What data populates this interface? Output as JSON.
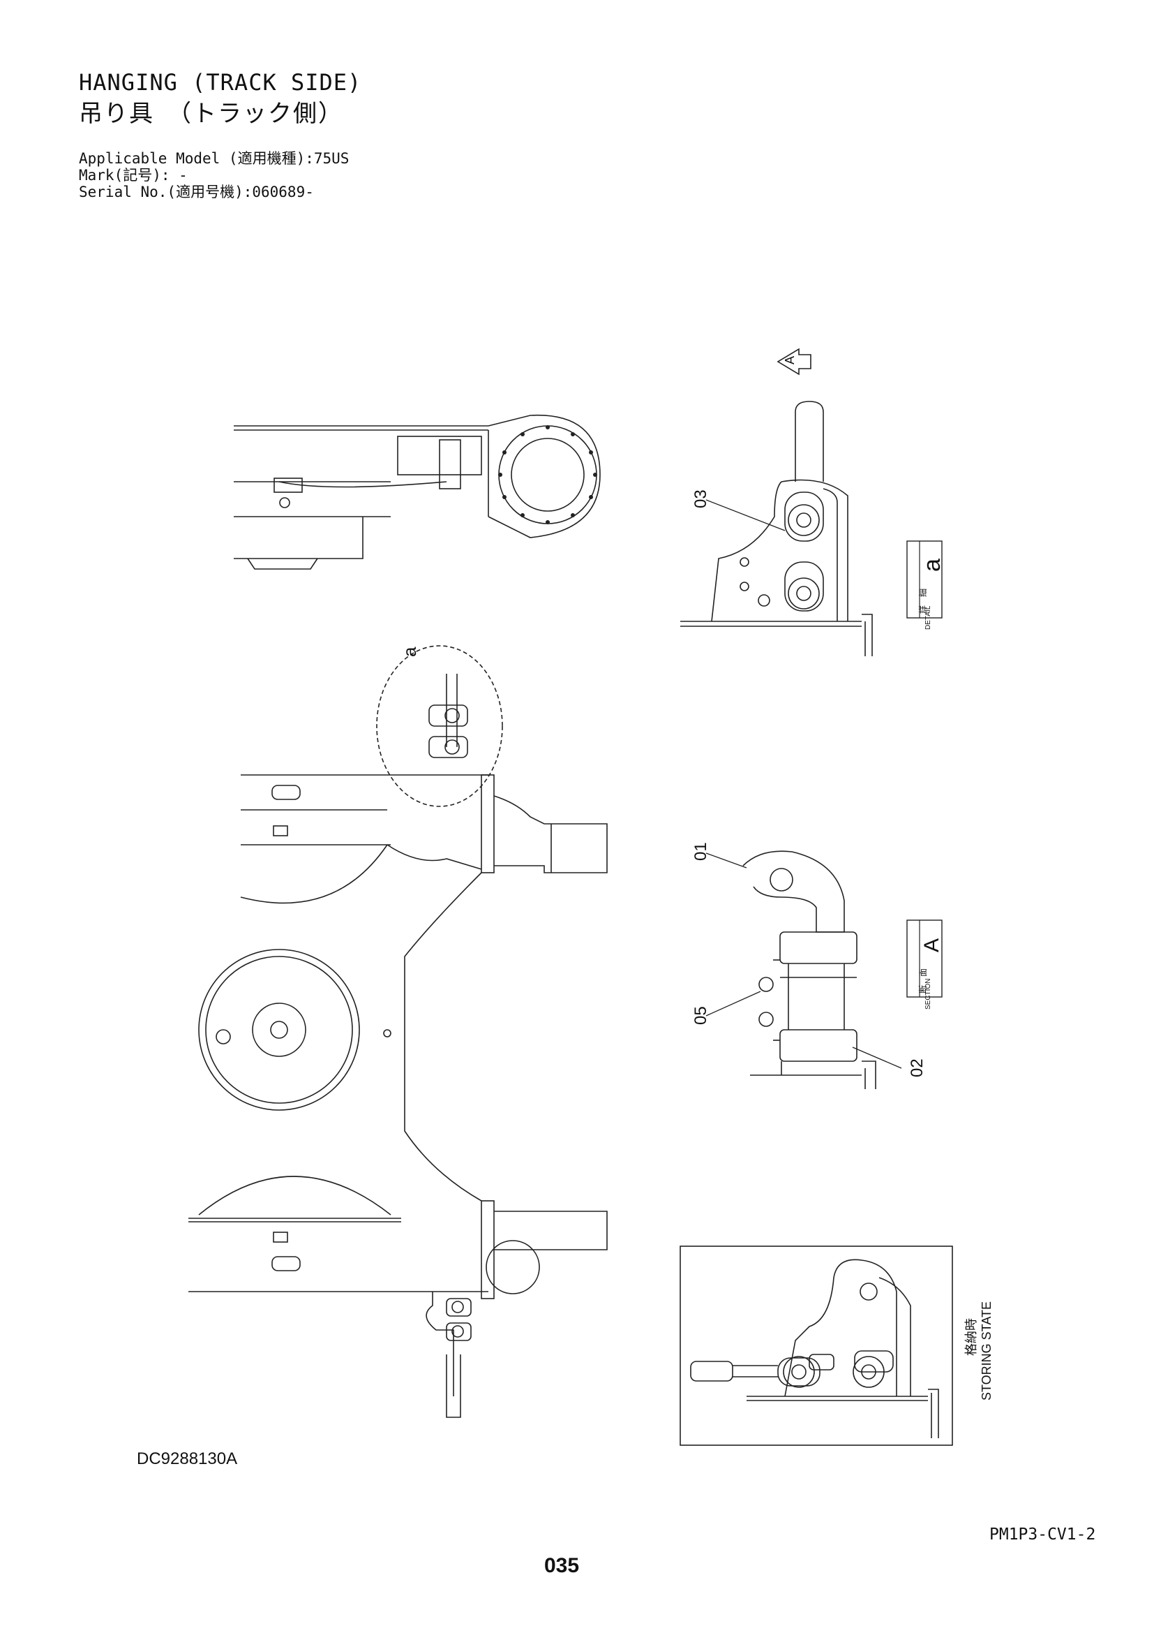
{
  "header": {
    "title_en": "HANGING (TRACK SIDE)",
    "title_jp": "吊り具　（トラック側）",
    "applicable_model": "Applicable Model (適用機種):75US",
    "mark": "Mark(記号): -",
    "serial_no": "Serial No.(適用号機):060689-"
  },
  "drawing": {
    "view_arrow_label": "A",
    "detail_circle_label": "a",
    "detail_box": {
      "jp": "詳　細",
      "en": "DETAIL",
      "letter": "a"
    },
    "section_box": {
      "jp": "断　面",
      "en": "SECTION",
      "letter": "A"
    },
    "storing_state": {
      "jp": "格納時",
      "en": "STORING STATE"
    },
    "part_numbers": [
      "03",
      "01",
      "05",
      "02"
    ]
  },
  "footer": {
    "doc_code": "DC9288130A",
    "ref_code": "PM1P3-CV1-2",
    "page_number": "035"
  }
}
